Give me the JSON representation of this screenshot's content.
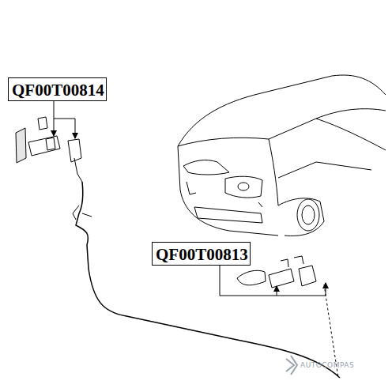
{
  "diagram": {
    "nodes": [
      {
        "text": [
          "QF00T00814"
        ]
      },
      {
        "text": [
          "QF00T00813"
        ]
      }
    ],
    "labels": [
      "AUTOCOMPAS"
    ]
  }
}
